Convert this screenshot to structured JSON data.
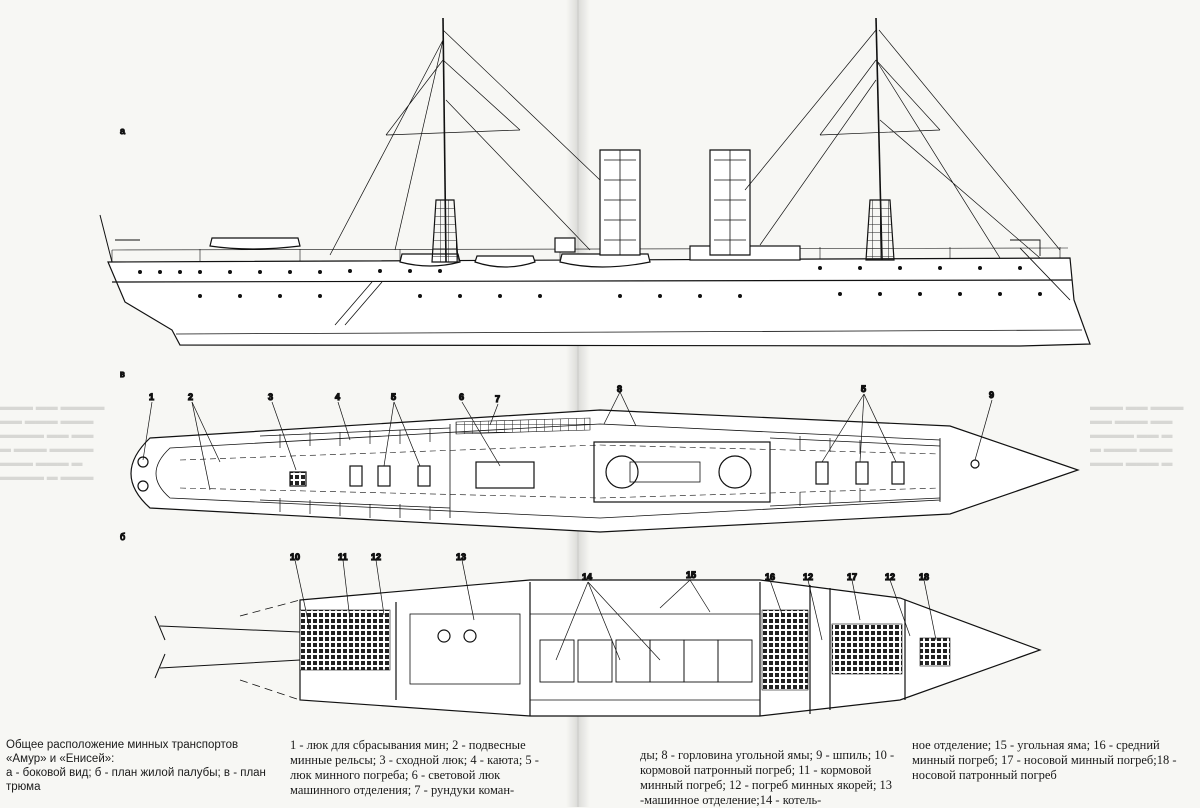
{
  "view_labels": {
    "side": "а",
    "deck": "б",
    "hold": "в"
  },
  "callouts": {
    "deck": [
      "1",
      "2",
      "3",
      "4",
      "5",
      "6",
      "7",
      "8",
      "5",
      "9"
    ],
    "hold": [
      "10",
      "11",
      "12",
      "13",
      "14",
      "15",
      "16",
      "12",
      "17",
      "12",
      "18"
    ]
  },
  "caption": {
    "title_line1": "Общее расположение минных транспортов",
    "title_line2": "«Амур» и «Енисей»:",
    "title_line3": "а - боковой вид; б - план жилой палубы; в - план",
    "title_line4": "трюма",
    "col1": "1 - люк для сбрасывания мин; 2 - подвесные минные рельсы; 3 - сходной люк; 4 - каюта; 5 - люк минного погреба; 6 - световой люк машинного отделения; 7 - рундуки коман-",
    "col2": "ды; 8 - горловина угольной ямы; 9 - шпиль; 10 - кормовой патронный погреб; 11 - кормовой минный погреб; 12 - погреб минных якорей; 13 -машинное отделение;14 - котель-",
    "col3": "ное отделение; 15 - угольная яма; 16 - средний минный погреб; 17 - носовой минный погреб;18 - носовой патронный погреб"
  }
}
